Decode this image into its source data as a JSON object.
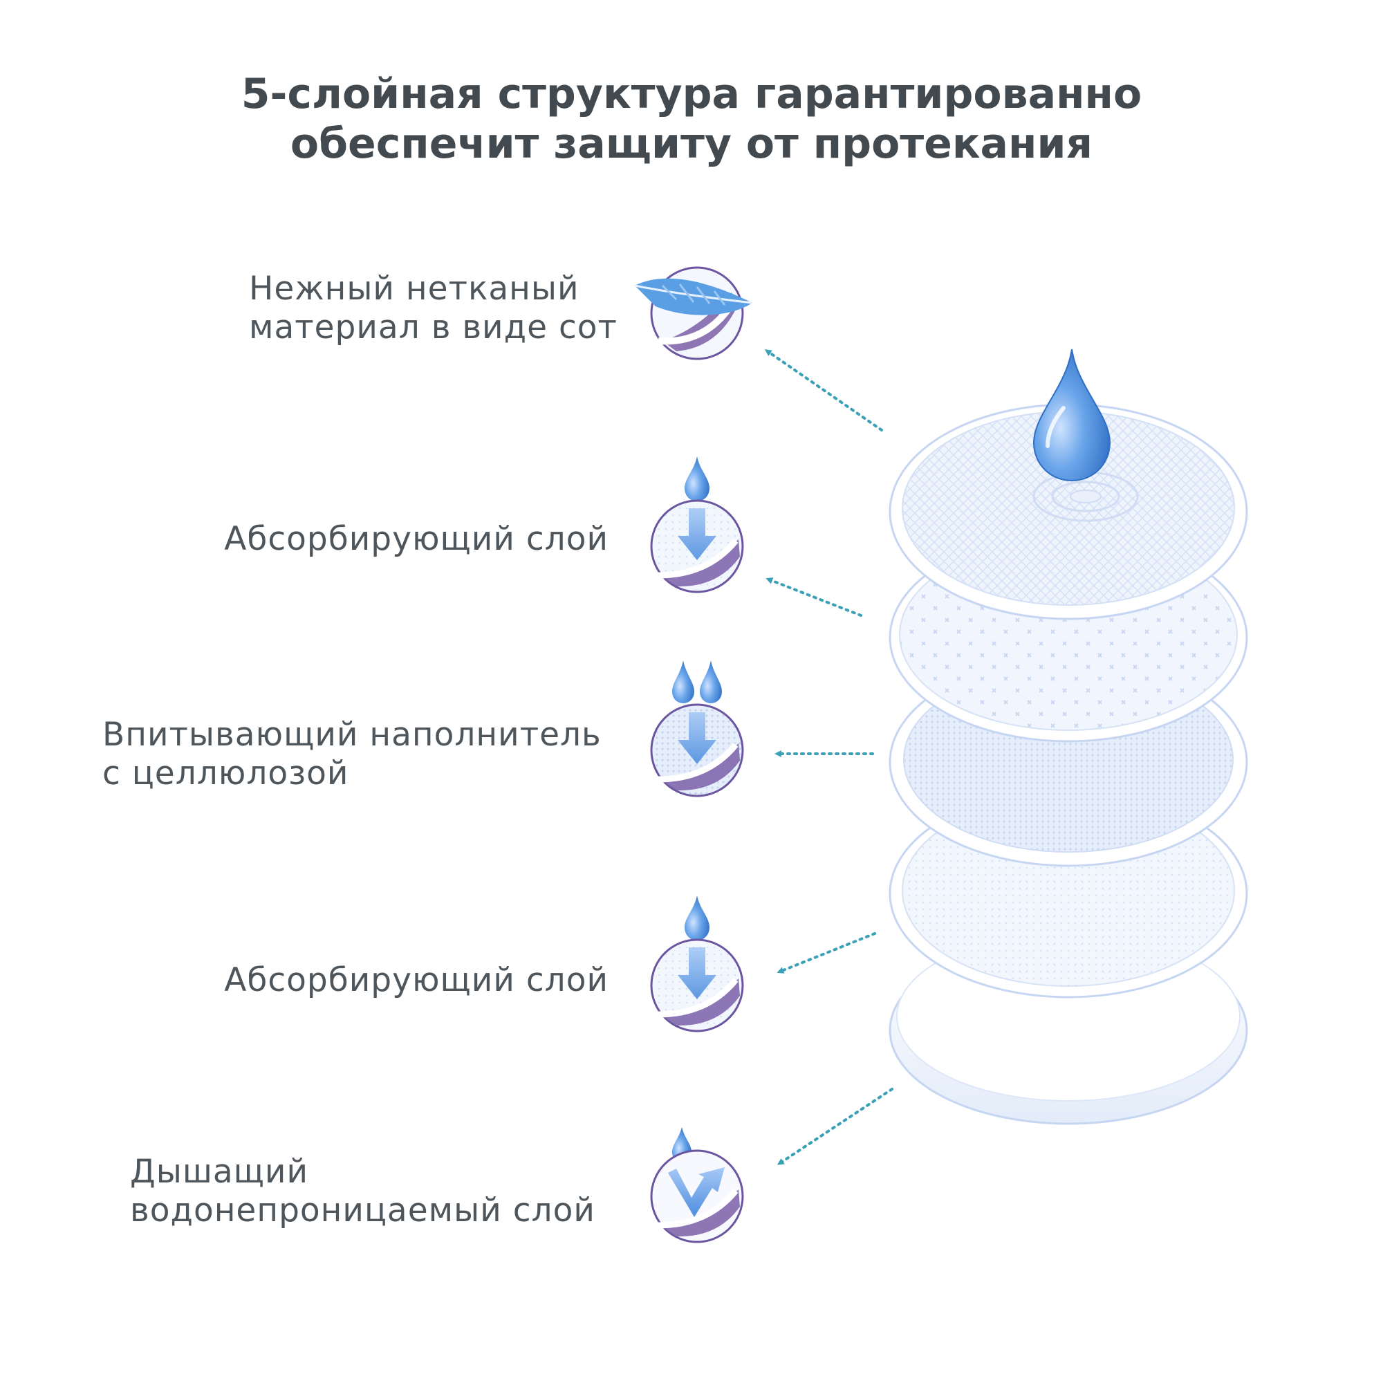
{
  "title": {
    "line1": "5-слойная структура гарантированно",
    "line2": "обеспечит защиту от протекания"
  },
  "layers": [
    {
      "lines": [
        "Нежный нетканый",
        "материал в виде сот"
      ],
      "icon": "feather-icon"
    },
    {
      "lines": [
        "Абсорбирующий слой"
      ],
      "icon": "drop-down-arrow-icon"
    },
    {
      "lines": [
        "Впитывающий наполнитель",
        "с целлюлозой"
      ],
      "icon": "double-drop-arrow-icon"
    },
    {
      "lines": [
        "Абсорбирующий слой"
      ],
      "icon": "drop-down-arrow-icon"
    },
    {
      "lines": [
        "Дышащий",
        "водонепроницаемый слой"
      ],
      "icon": "breathable-arrow-icon"
    }
  ],
  "colors": {
    "title": "#434a4f",
    "text": "#4f565b",
    "arrow": "#3aa0b5",
    "drop": "#4f8fd8",
    "ring": "#7b5fa8",
    "pad_edge": "#c6d6f2"
  }
}
